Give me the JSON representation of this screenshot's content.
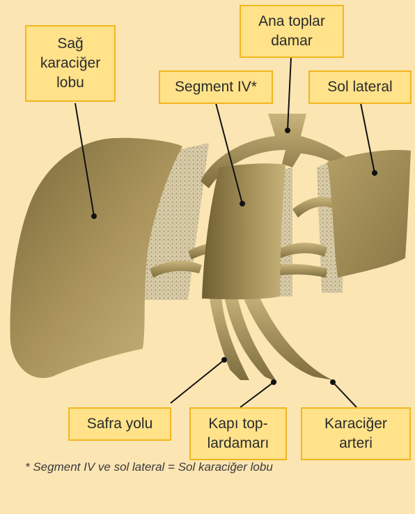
{
  "labels": {
    "sag_karaciger_lobu": "Sağ\nkaraciğer\nlobu",
    "ana_toplar_damar": "Ana toplar\ndamar",
    "segment_iv": "Segment IV*",
    "sol_lateral": "Sol lateral",
    "safra_yolu": "Safra yolu",
    "kapi_toplardamari": "Kapı top-\nlardamarı",
    "karaciger_arteri": "Karaciğer\narteri"
  },
  "footnote": "* Segment IV ve sol lateral = Sol karaciğer lobu",
  "colors": {
    "background": "#fbe5b3",
    "label_fill": "#ffe28a",
    "label_border": "#f2b61e",
    "liver": "#a38e55",
    "leader_line": "#111111"
  }
}
